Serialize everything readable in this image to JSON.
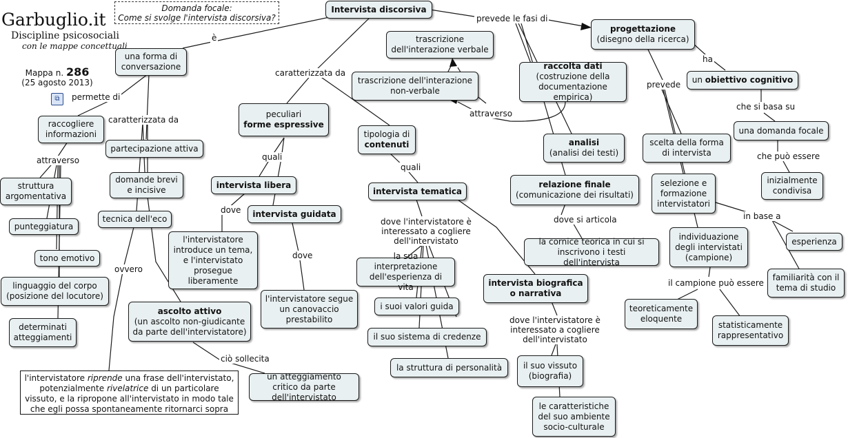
{
  "header": {
    "brand": "Garbuglio.it",
    "subtitle": "Discipline psicosociali",
    "tagline": "con le mappe concettuali",
    "map_label": "Mappa n.",
    "map_number": "286",
    "date": "(25 agosto 2013)",
    "focal_title": "Domanda focale:",
    "focal_question": "Come si svolge l'intervista discorsiva?"
  },
  "nodes": {
    "root": "Intervista discorsiva",
    "forma": "una forma di conversazione",
    "raccogliere": "raccogliere informazioni",
    "struttura": "struttura argomentativa",
    "punteggiatura": "punteggiatura",
    "tono": "tono emotivo",
    "linguaggio": "linguaggio del corpo (posizione del locutore)",
    "atteggiamenti": "determinati atteggiamenti",
    "partecipazione": "partecipazione attiva",
    "domande": "domande brevi e incisive",
    "eco": "tecnica dell'eco",
    "ascolto_title": "ascolto attivo",
    "ascolto_sub": "(un ascolto non-giudicante da parte dell'intervistatore)",
    "atteggiamento_critico": "un atteggiamento critico da parte dell'intervistato",
    "peculiari_line1": "peculiari",
    "peculiari_line2": "forme espressive",
    "libera": "intervista libera",
    "guidata": "intervista guidata",
    "libera_desc": "l'intervistatore introduce un tema, e l'intervistato prosegue liberamente",
    "guidata_desc": "l'intervistatore segue un canovaccio prestabilito",
    "trasc_verbale": "trascrizione dell'interazione verbale",
    "trasc_nonverbale": "trascrizione dell'interazione non-verbale",
    "tipologia_line1": "tipologia di",
    "tipologia_line2": "contenuti",
    "tematica": "intervista tematica",
    "interpretazione": "la sua interpretazione dell'esperienza di vita",
    "valori": "i suoi valori guida",
    "credenze": "il suo sistema di credenze",
    "personalita": "la struttura di personalità",
    "biografica": "intervista biografica o narrativa",
    "vissuto": "il suo vissuto (biografia)",
    "ambiente": "le caratteristiche del suo ambiente socio-culturale",
    "raccolta_title": "raccolta dati",
    "raccolta_sub": "(costruzione della documentazione empirica)",
    "analisi_title": "analisi",
    "analisi_sub": "(analisi dei testi)",
    "relazione_title": "relazione finale",
    "relazione_sub": "(comunicazione dei risultati)",
    "cornice": "la cornice teorica in cui si inscrivono i testi dell'intervista",
    "progettazione_title": "progettazione",
    "progettazione_sub": "(disegno della ricerca)",
    "obiettivo_pre": "un",
    "obiettivo_bold": "obiettivo cognitivo",
    "domanda_focale": "una domanda focale",
    "condivisa": "inizialmente condivisa",
    "scelta": "scelta della forma di intervista",
    "selezione": "selezione e formazione intervistatori",
    "individuazione": "individuazione degli intervistati (campione)",
    "esperienza": "esperienza",
    "familiarita": "familiarità con il tema di studio",
    "teoretico": "teoreticamente eloquente",
    "statistico": "statisticamente rappresentativo",
    "riprende_1": "l'intervistatore",
    "riprende_2": "riprende",
    "riprende_3": "una frase dell'intervistato, potenzialmente",
    "riprende_4": "rivelatrice",
    "riprende_5": "di un particolare vissuto, e la ripropone all'intervistato in modo tale che egli possa spontaneamente ritornarci sopra"
  },
  "links": {
    "e": "è",
    "permette_di": "permette di",
    "attraverso_left": "attraverso",
    "caratterizzata_da_left": "caratterizzata da",
    "ovvero": "ovvero",
    "cio_sollecita": "ciò sollecita",
    "caratterizzata_da_mid": "caratterizzata da",
    "quali_1": "quali",
    "dove_1": "dove",
    "dove_2": "dove",
    "attraverso_mid": "attraverso",
    "quali_2": "quali",
    "dove_tematica": "dove l'intervistatore è interessato a cogliere dell'intervistato",
    "dove_biografica": "dove l'intervistatore è interessato a cogliere dell'intervistato",
    "prevede_le_fasi_di": "prevede le fasi di",
    "dove_si_articola": "dove si articola",
    "ha": "ha",
    "prevede": "prevede",
    "che_si_basa_su": "che si basa su",
    "che_puo_essere": "che può essere",
    "in_base_a": "in base a",
    "il_campione_puo_essere": "il campione può essere"
  }
}
